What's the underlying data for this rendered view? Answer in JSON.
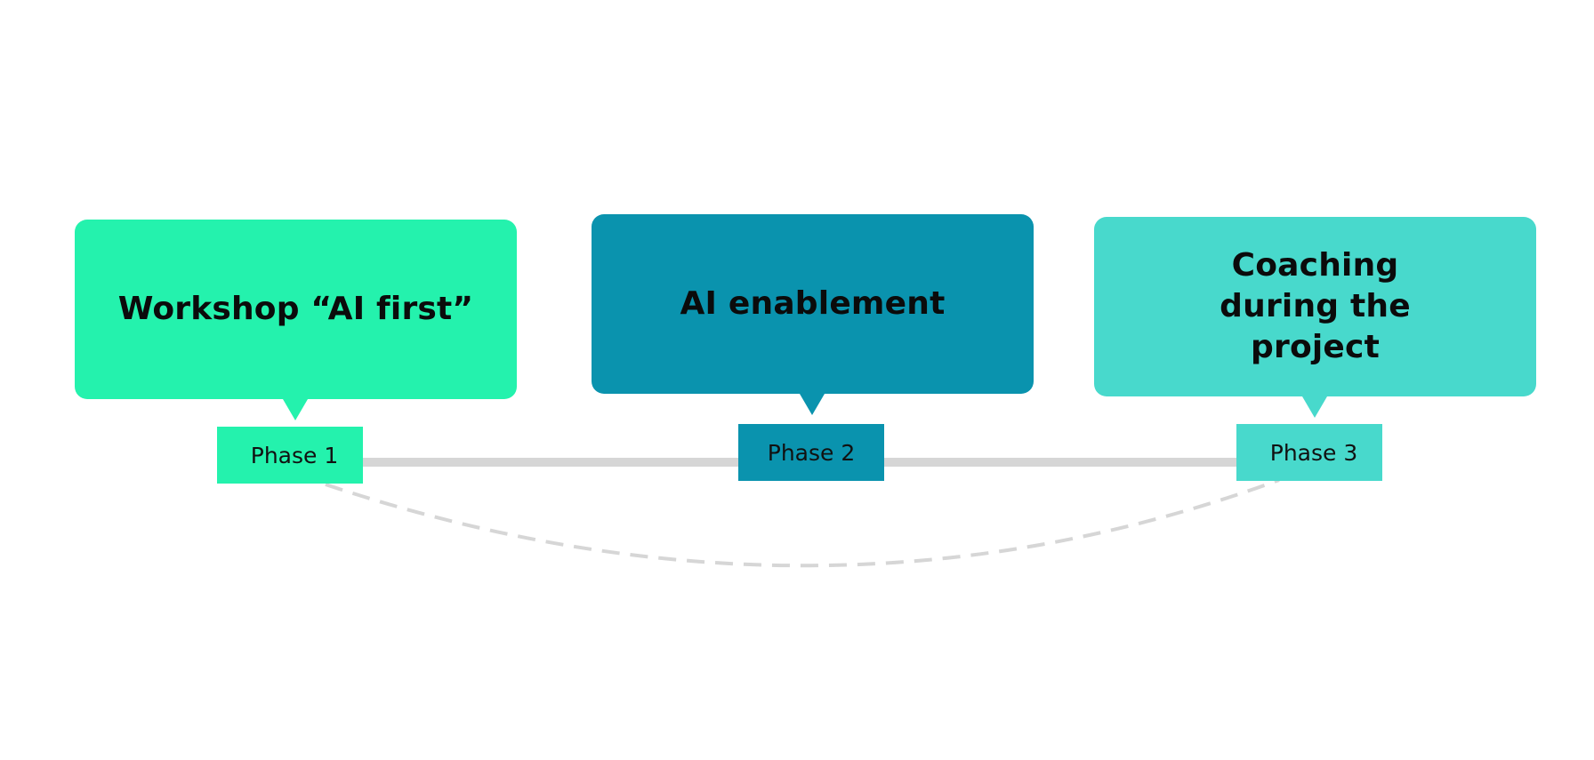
{
  "stages": [
    {
      "title": "Workshop “AI first”",
      "phase_label": "Phase 1",
      "color": "#24f2ad"
    },
    {
      "title": "AI enablement",
      "phase_label": "Phase 2",
      "color": "#0a93ae"
    },
    {
      "title": "Coaching during the project",
      "phase_label": "Phase 3",
      "color": "#48d9cc"
    }
  ],
  "connectors": {
    "timeline_color": "#d6d6d6",
    "arc_color": "#d6d6d6",
    "arc_style": "dashed"
  }
}
